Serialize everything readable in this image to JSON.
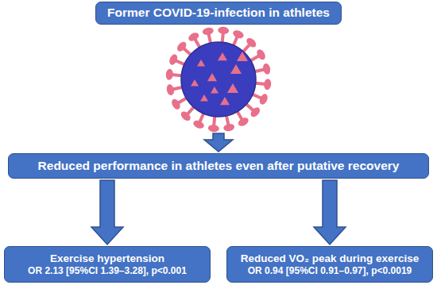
{
  "diagram": {
    "nodes": [
      {
        "text": [
          "Former COVID-19-infection in athletes"
        ]
      },
      {
        "text": [
          "Reduced performance in athletes even after putative recovery"
        ]
      },
      {
        "text": [
          "Exercise hypertension",
          "OR 2.13 [95%CI 1.39–3.28], p<0.001"
        ]
      },
      {
        "text": [
          "Reduced VO₂ peak during exercise",
          "OR 0.94 [95%CI 0.91–0.97], p<0.0019"
        ]
      }
    ],
    "edges": [
      {
        "from": 1,
        "to": 2,
        "arrow": "to"
      },
      {
        "from": 1,
        "to": 3,
        "arrow": "to"
      }
    ]
  }
}
